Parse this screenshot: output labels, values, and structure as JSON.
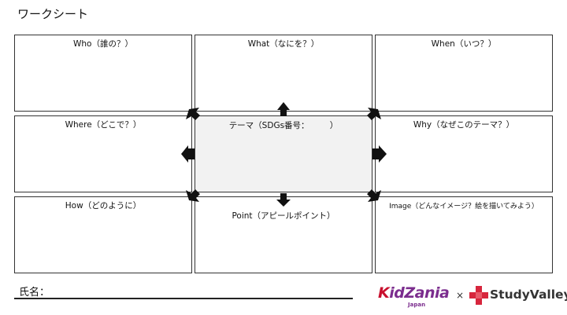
{
  "header": {
    "title": "ワークシート"
  },
  "boxes": {
    "who": "Who（誰の？）",
    "what": "What（なにを？）",
    "when": "When（いつ？）",
    "where": "Where（どこで？）",
    "theme": "テーマ（SDGs番号：　　　）",
    "why": "Why（なぜこのテーマ？）",
    "how": "How（どのように）",
    "point": "Point（アピールポイント）",
    "image": "Image（どんなイメージ？絵を描いてみよう）"
  },
  "footer": {
    "name_label": "氏名：",
    "kidzania_k": "K",
    "kidzania_rest": "idZania",
    "kidzania_sub": "Japan",
    "times": "×",
    "studyvalley": "StudyValley"
  },
  "colors": {
    "kidzania_red": "#c8102e",
    "kidzania_purple": "#7b2d8e",
    "studyvalley_red": "#d7263d",
    "center_fill": "#f2f2f2"
  }
}
